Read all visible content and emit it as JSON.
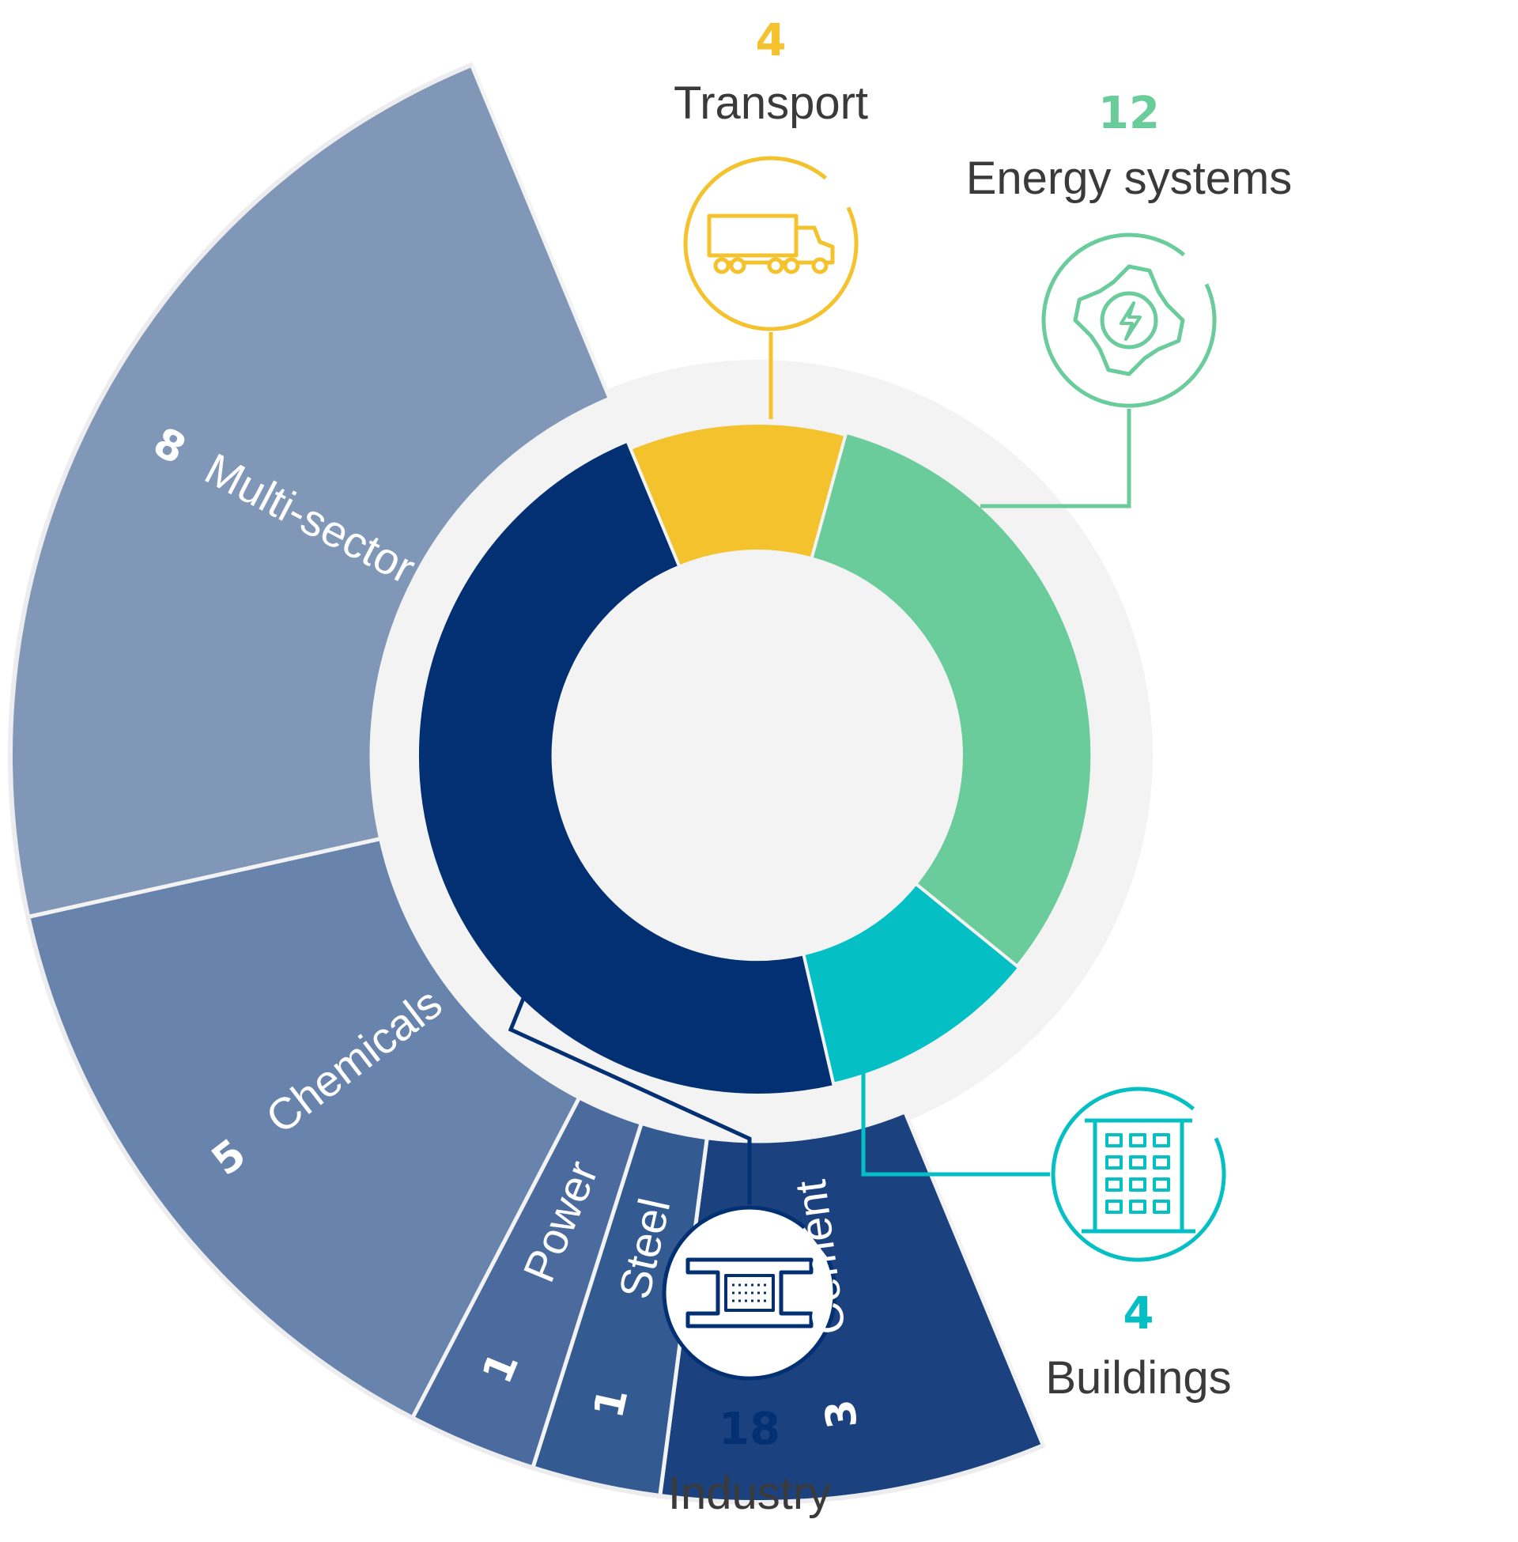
{
  "chart_data": {
    "type": "pie",
    "main": [
      {
        "label": "Transport",
        "value": 4,
        "color": "#F3C22C",
        "icon": "truck-icon"
      },
      {
        "label": "Energy systems",
        "value": 12,
        "color": "#69CC9A",
        "icon": "gear-lightning-icon"
      },
      {
        "label": "Buildings",
        "value": 4,
        "color": "#04BFC4",
        "icon": "building-icon"
      },
      {
        "label": "Industry",
        "value": 18,
        "color": "#023072",
        "icon": "steel-beam-icon"
      }
    ],
    "industry_breakdown": [
      {
        "label": "Multi-sector",
        "value": 8,
        "color": "#8197B8"
      },
      {
        "label": "Chemicals",
        "value": 5,
        "color": "#6884AD"
      },
      {
        "label": "Power",
        "value": 1,
        "color": "#4B6A9E"
      },
      {
        "label": "Steel",
        "value": 1,
        "color": "#345B91"
      },
      {
        "label": "Cement",
        "value": 3,
        "color": "#1B427F"
      }
    ]
  }
}
